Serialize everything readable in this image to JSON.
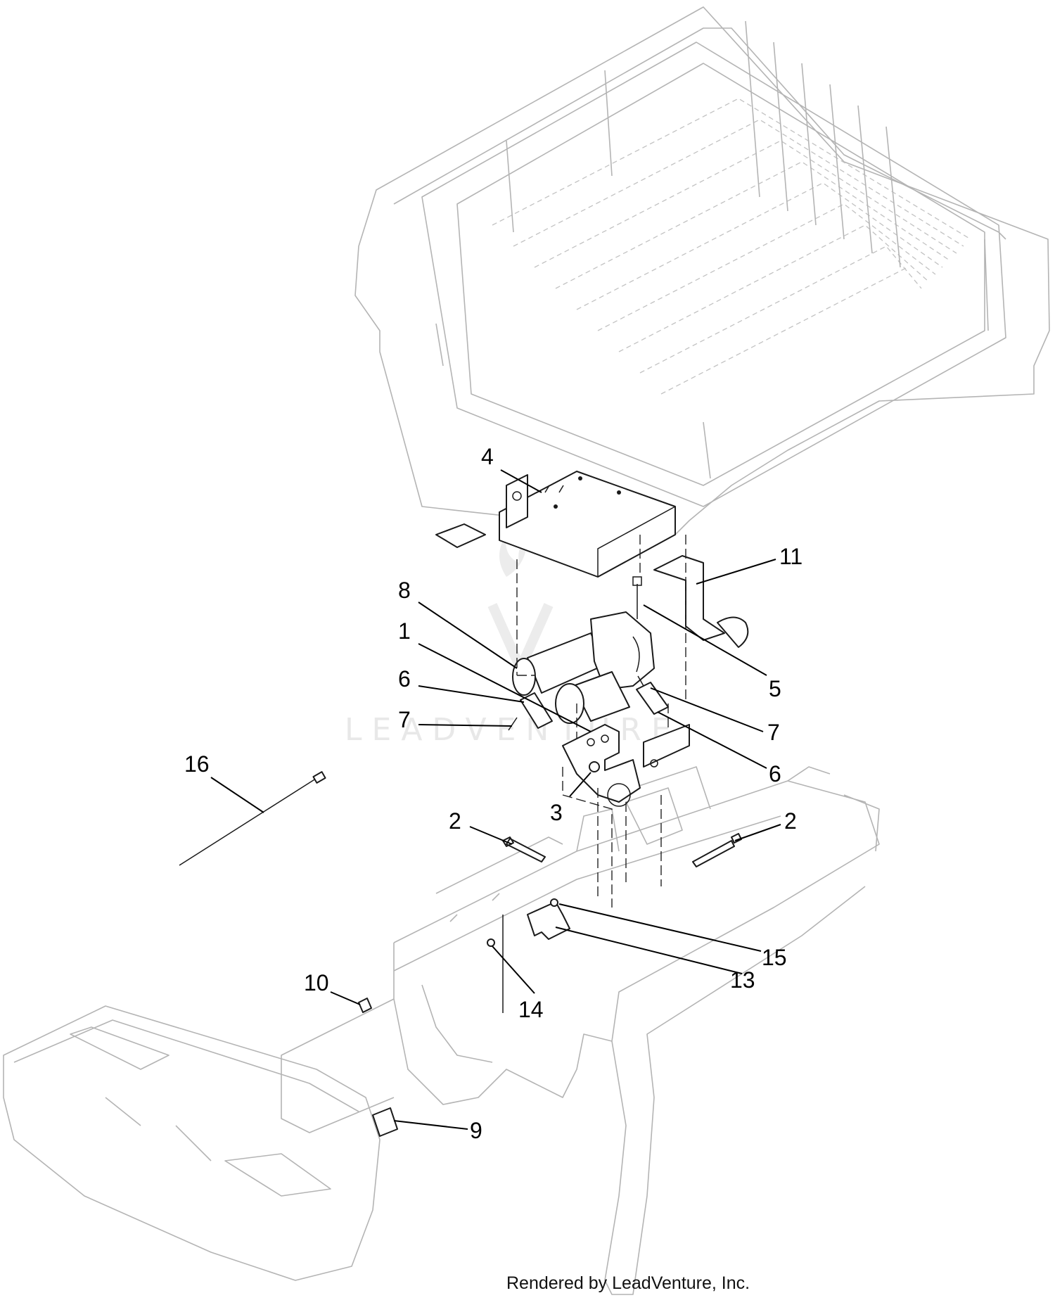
{
  "watermark": "LEADVENTURE",
  "footer": "Rendered by LeadVenture, Inc.",
  "callouts": {
    "c1": "1",
    "c2a": "2",
    "c2b": "2",
    "c3": "3",
    "c4": "4",
    "c5": "5",
    "c6a": "6",
    "c6b": "6",
    "c7a": "7",
    "c7b": "7",
    "c8": "8",
    "c9": "9",
    "c10": "10",
    "c11": "11",
    "c13": "13",
    "c14": "14",
    "c15": "15",
    "c16": "16"
  }
}
